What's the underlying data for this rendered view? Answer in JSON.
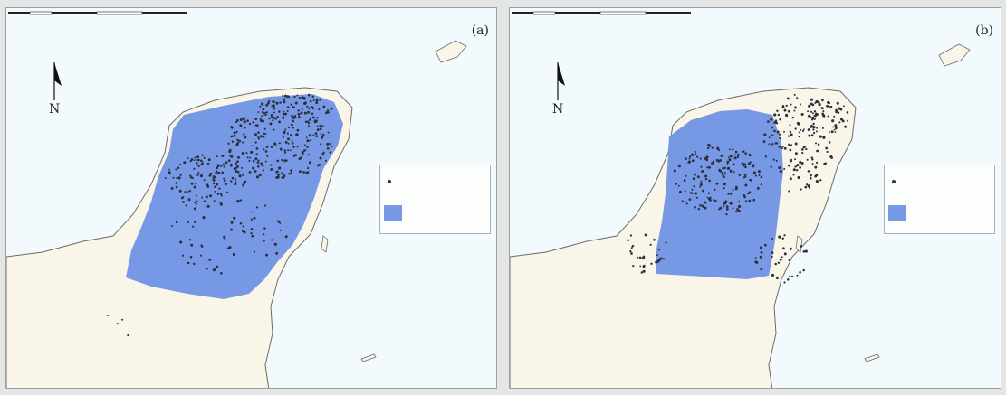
{
  "panels": [
    {
      "label": "(a)",
      "north_letter": "N",
      "legend": {
        "point_label": "",
        "region_label": ""
      },
      "gulf_label": "",
      "sea_label": ""
    },
    {
      "label": "(b)",
      "north_letter": "N",
      "legend": {
        "point_label": "",
        "region_label": ""
      },
      "gulf_label": "",
      "sea_label": ""
    }
  ],
  "colors": {
    "water": "#f2fafd",
    "land": "#faf5e9",
    "region": "#7798e4",
    "point": "#2b2f3a",
    "coast": "#6d6b66"
  }
}
